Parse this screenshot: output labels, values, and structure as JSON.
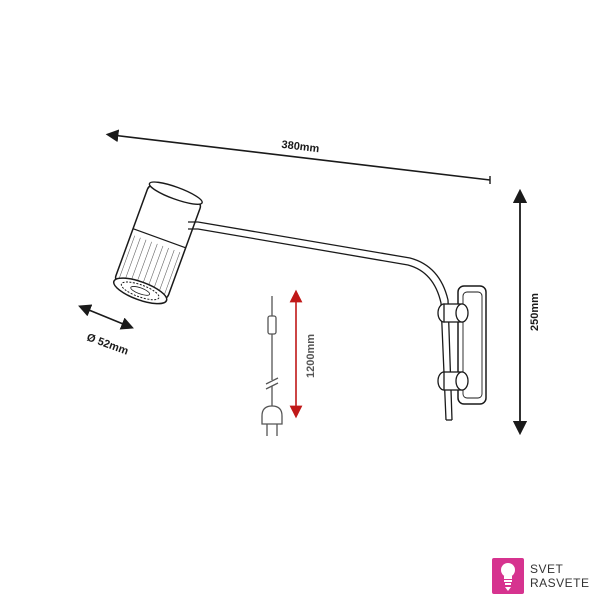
{
  "dimensions": {
    "width_label": "380mm",
    "height_label": "250mm",
    "diameter_label": "Ø 52mm",
    "cord_label": "1200mm"
  },
  "brand": {
    "line1": "SVET",
    "line2": "RASVETE",
    "color": "#d6338f"
  },
  "icons": {
    "brand_logo": "lightbulb-logo-icon",
    "plug": "power-plug-icon",
    "switch": "cord-switch-icon"
  }
}
